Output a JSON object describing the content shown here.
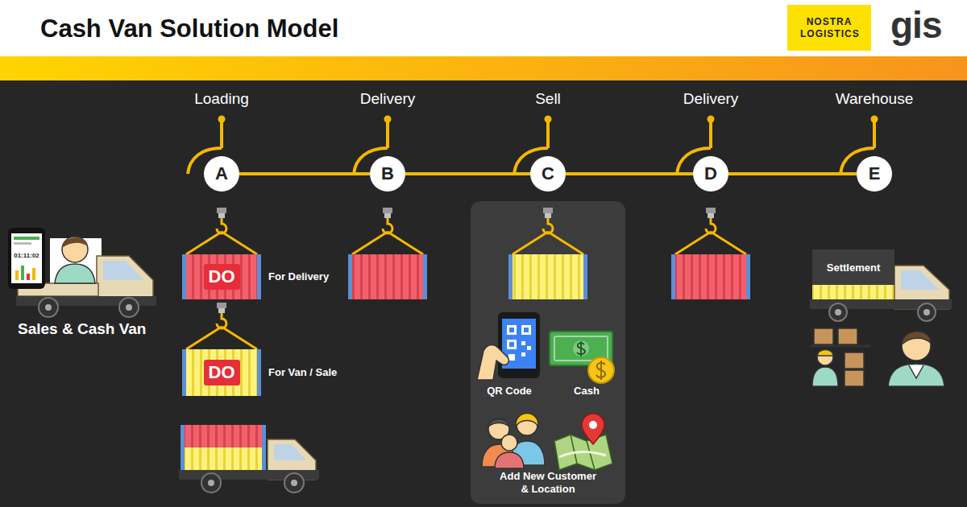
{
  "diagram": {
    "title": "Cash Van Solution Model",
    "nodes": [
      {
        "text": [
          "NOSTRA LOGISTICS"
        ]
      },
      {
        "text": [
          "Loading",
          "A"
        ]
      },
      {
        "text": [
          "Delivery",
          "B"
        ]
      },
      {
        "text": [
          "Sell",
          "C"
        ]
      },
      {
        "text": [
          "Delivery",
          "D"
        ]
      },
      {
        "text": [
          "Warehouse",
          "E"
        ]
      },
      {
        "text": [
          "DO",
          "For Delivery"
        ]
      },
      {
        "text": [
          "DO",
          "For Van / Sale"
        ]
      },
      {
        "text": [
          "QR Code",
          "Cash",
          "Add New Customer & Location"
        ]
      },
      {
        "text": [
          "Settlement"
        ]
      }
    ],
    "edges": [
      {
        "from": 1,
        "to": 2,
        "arrow": "none"
      },
      {
        "from": 2,
        "to": 3,
        "arrow": "none"
      },
      {
        "from": 3,
        "to": 4,
        "arrow": "none"
      },
      {
        "from": 4,
        "to": 5,
        "arrow": "none"
      }
    ],
    "labels": [
      "gis",
      "01:11:02",
      "Sales & Cash Van"
    ]
  }
}
